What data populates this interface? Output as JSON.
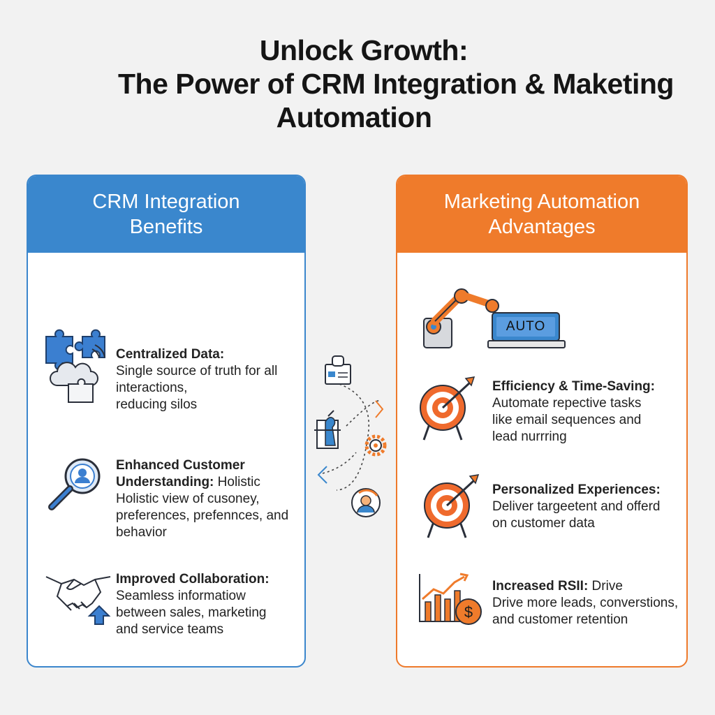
{
  "title": {
    "line1": "Unlock Growth:",
    "line2": "The Power of CRM Integration & Maketing",
    "line3": "Automation"
  },
  "left_panel": {
    "header": "CRM Integration\nBenefits",
    "accent": "#3a87cd",
    "items": [
      {
        "icon": "puzzle-cloud-icon",
        "heading": "Centralized Data:",
        "lines": [
          "Single source of truth for all",
          "interactions,",
          "reducing silos"
        ]
      },
      {
        "icon": "magnifier-user-icon",
        "heading": "Enhanced Customer",
        "heading2": "Understanding:",
        "heading2_suffix": " Holistic",
        "lines": [
          "Holistic view of cusoney,",
          "preferences, prefennces, and",
          "behavior"
        ]
      },
      {
        "icon": "handshake-icon",
        "heading": "Improved Collaboration:",
        "lines": [
          "Seamless informatiow",
          "between sales, marketing",
          "and service teams"
        ]
      }
    ]
  },
  "right_panel": {
    "header": "Marketing Automation\nAdvantages",
    "accent": "#ef7b2b",
    "robot_label": "AUTO",
    "items": [
      {
        "icon": "target-arrow-icon",
        "heading": "Efficiency & Time-Saving:",
        "lines": [
          "Automate repective tasks",
          "like email sequences and",
          "lead nurrring"
        ]
      },
      {
        "icon": "target-arrow-icon",
        "heading": "Personalized Experiences:",
        "lines": [
          "Deliver targeetent and offerd",
          "on customer data"
        ]
      },
      {
        "icon": "growth-chart-dollar-icon",
        "heading": "Increased RSII:",
        "heading_suffix": " Drive",
        "lines": [
          "Drive more leads, converstions,",
          "and customer retention"
        ]
      }
    ]
  },
  "colors": {
    "blue": "#3a87cd",
    "orange": "#ef7b2b",
    "background": "#f2f2f2"
  }
}
